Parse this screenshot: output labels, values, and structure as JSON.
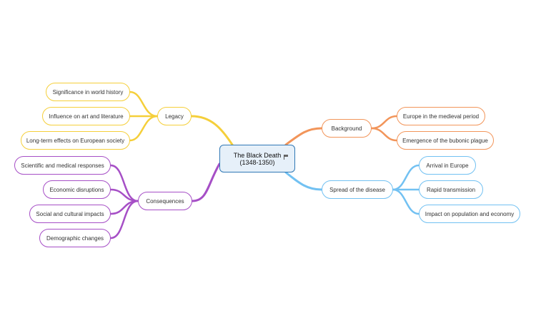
{
  "central": {
    "title": "The Black Death",
    "subtitle": "(1348-1350)"
  },
  "colors": {
    "legacy": "#f5cf3a",
    "consequences": "#a64fc6",
    "background": "#f2955a",
    "spread": "#72c1f2"
  },
  "branches": {
    "legacy": {
      "label": "Legacy",
      "children": [
        "Significance in world history",
        "Influence on art and literature",
        "Long-term effects on European society"
      ]
    },
    "consequences": {
      "label": "Consequences",
      "children": [
        "Scientific and medical responses",
        "Economic disruptions",
        "Social and cultural impacts",
        "Demographic changes"
      ]
    },
    "background": {
      "label": "Background",
      "children": [
        "Europe in the medieval period",
        "Emergence of the bubonic plague"
      ]
    },
    "spread": {
      "label": "Spread of the disease",
      "children": [
        "Arrival in Europe",
        "Rapid transmission",
        "Impact on population and economy"
      ]
    }
  }
}
